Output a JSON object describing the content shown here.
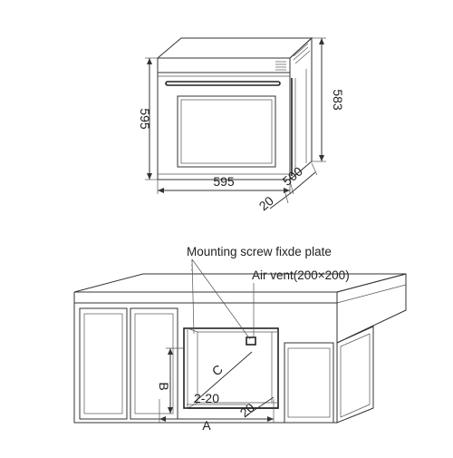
{
  "oven_dimensions": {
    "width": "595",
    "height": "595",
    "inner_height": "583",
    "depth": "500",
    "door_offset": "20"
  },
  "cabinet_dimensions": {
    "label_a": "A",
    "label_b": "B",
    "label_c": "C",
    "bottom_gap": "2-20",
    "side_offset": "20"
  },
  "callouts": {
    "mounting_plate": "Mounting screw fixde plate",
    "air_vent": "Air vent(200×200)"
  }
}
